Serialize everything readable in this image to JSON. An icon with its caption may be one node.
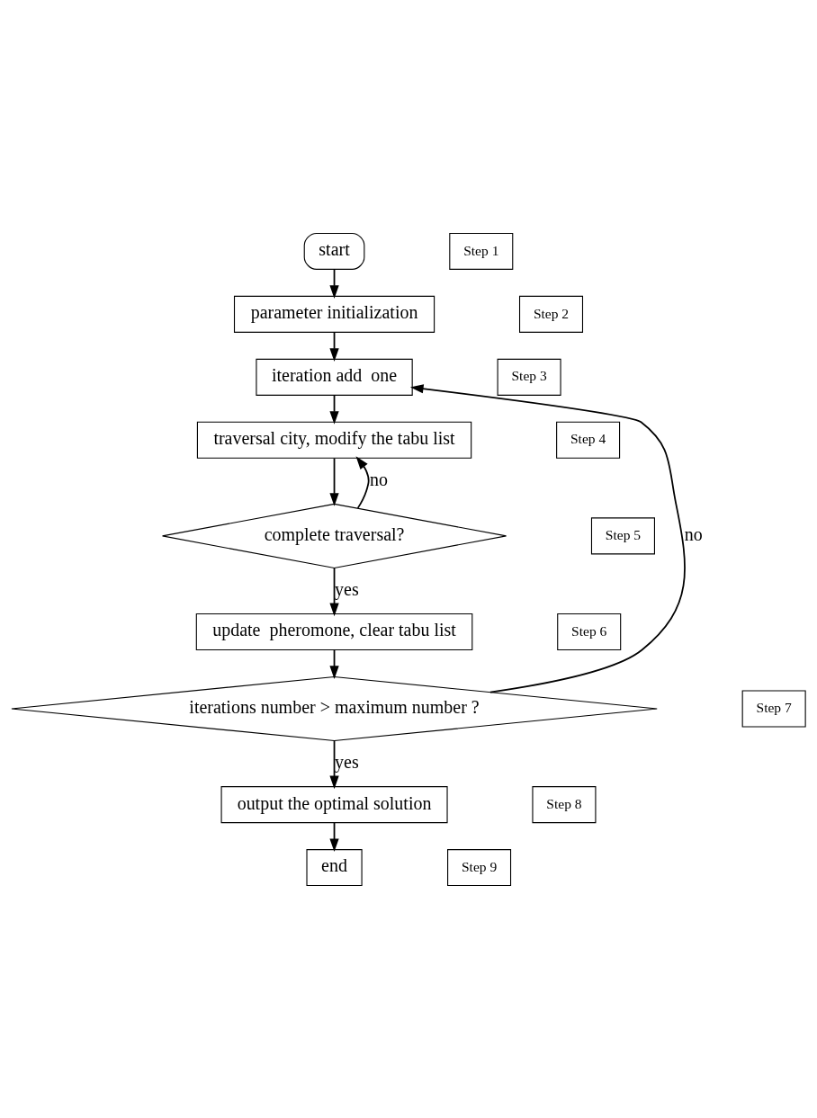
{
  "diagram": {
    "nodes": [
      {
        "text": [
          "start"
        ]
      },
      {
        "text": [
          "parameter initialization"
        ]
      },
      {
        "text": [
          "iteration add  one"
        ]
      },
      {
        "text": [
          "traversal city, modify the tabu list"
        ]
      },
      {
        "text": [
          "complete traversal?"
        ]
      },
      {
        "text": [
          "update  pheromone, clear tabu list"
        ]
      },
      {
        "text": [
          "iterations number > maximum number ?"
        ]
      },
      {
        "text": [
          "output the optimal solution"
        ]
      },
      {
        "text": [
          "end"
        ]
      },
      {
        "text": [
          "Step 1"
        ]
      },
      {
        "text": [
          "Step 2"
        ]
      },
      {
        "text": [
          "Step 3"
        ]
      },
      {
        "text": [
          "Step 4"
        ]
      },
      {
        "text": [
          "Step 5"
        ]
      },
      {
        "text": [
          "Step 6"
        ]
      },
      {
        "text": [
          "Step 7"
        ]
      },
      {
        "text": [
          "Step 8"
        ]
      },
      {
        "text": [
          "Step 9"
        ]
      }
    ],
    "edges": [
      {
        "from": 0,
        "to": 1,
        "arrow": "to"
      },
      {
        "from": 1,
        "to": 2,
        "arrow": "to"
      },
      {
        "from": 2,
        "to": 3,
        "arrow": "to"
      },
      {
        "from": 3,
        "to": 4,
        "arrow": "to"
      },
      {
        "from": 4,
        "to": 3,
        "arrow": "to",
        "label": "no"
      },
      {
        "from": 4,
        "to": 5,
        "arrow": "to",
        "label": "yes"
      },
      {
        "from": 5,
        "to": 6,
        "arrow": "to"
      },
      {
        "from": 6,
        "to": 2,
        "arrow": "to",
        "label": "no"
      },
      {
        "from": 6,
        "to": 7,
        "arrow": "to",
        "label": "yes"
      },
      {
        "from": 7,
        "to": 8,
        "arrow": "to"
      }
    ]
  }
}
